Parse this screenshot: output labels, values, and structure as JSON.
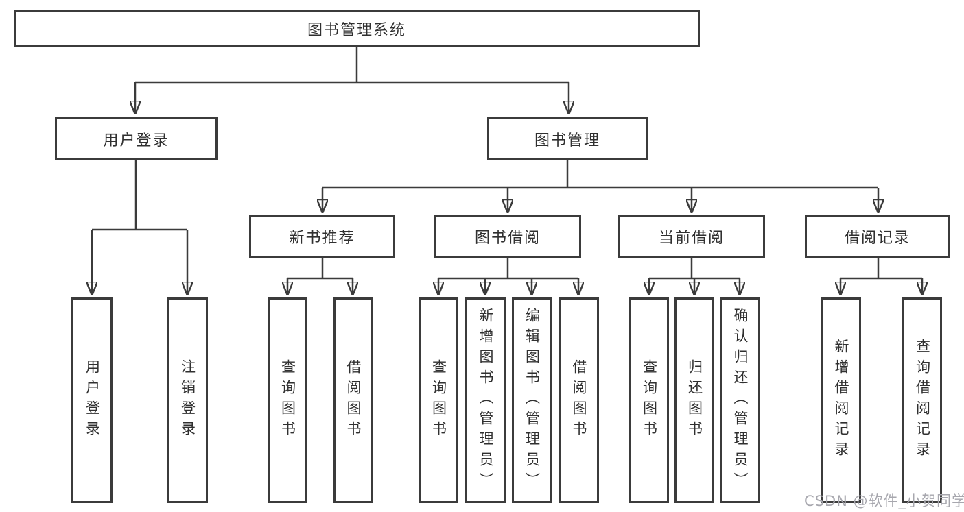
{
  "diagram": {
    "title": "图书管理系统",
    "colors": {
      "line": "#3b3b3b",
      "box_border": "#3b3b3b",
      "box_fill": "#ffffff",
      "text": "#303030",
      "watermark": "#a7a7ae",
      "background": "#ffffff"
    },
    "tree": {
      "label": "图书管理系统",
      "children": [
        {
          "label": "用户登录",
          "children": [
            {
              "label": "用户登录"
            },
            {
              "label": "注销登录"
            }
          ]
        },
        {
          "label": "图书管理",
          "children": [
            {
              "label": "新书推荐",
              "children": [
                {
                  "label": "查询图书"
                },
                {
                  "label": "借阅图书"
                }
              ]
            },
            {
              "label": "图书借阅",
              "children": [
                {
                  "label": "查询图书"
                },
                {
                  "label": "新增图书（管理员）"
                },
                {
                  "label": "编辑图书（管理员）"
                },
                {
                  "label": "借阅图书"
                }
              ]
            },
            {
              "label": "当前借阅",
              "children": [
                {
                  "label": "查询图书"
                },
                {
                  "label": "归还图书"
                },
                {
                  "label": "确认归还（管理员）"
                }
              ]
            },
            {
              "label": "借阅记录",
              "children": [
                {
                  "label": "新增借阅记录"
                },
                {
                  "label": "查询借阅记录"
                }
              ]
            }
          ]
        }
      ]
    }
  },
  "watermark": {
    "text": "CSDN @软件_小贺同学"
  }
}
